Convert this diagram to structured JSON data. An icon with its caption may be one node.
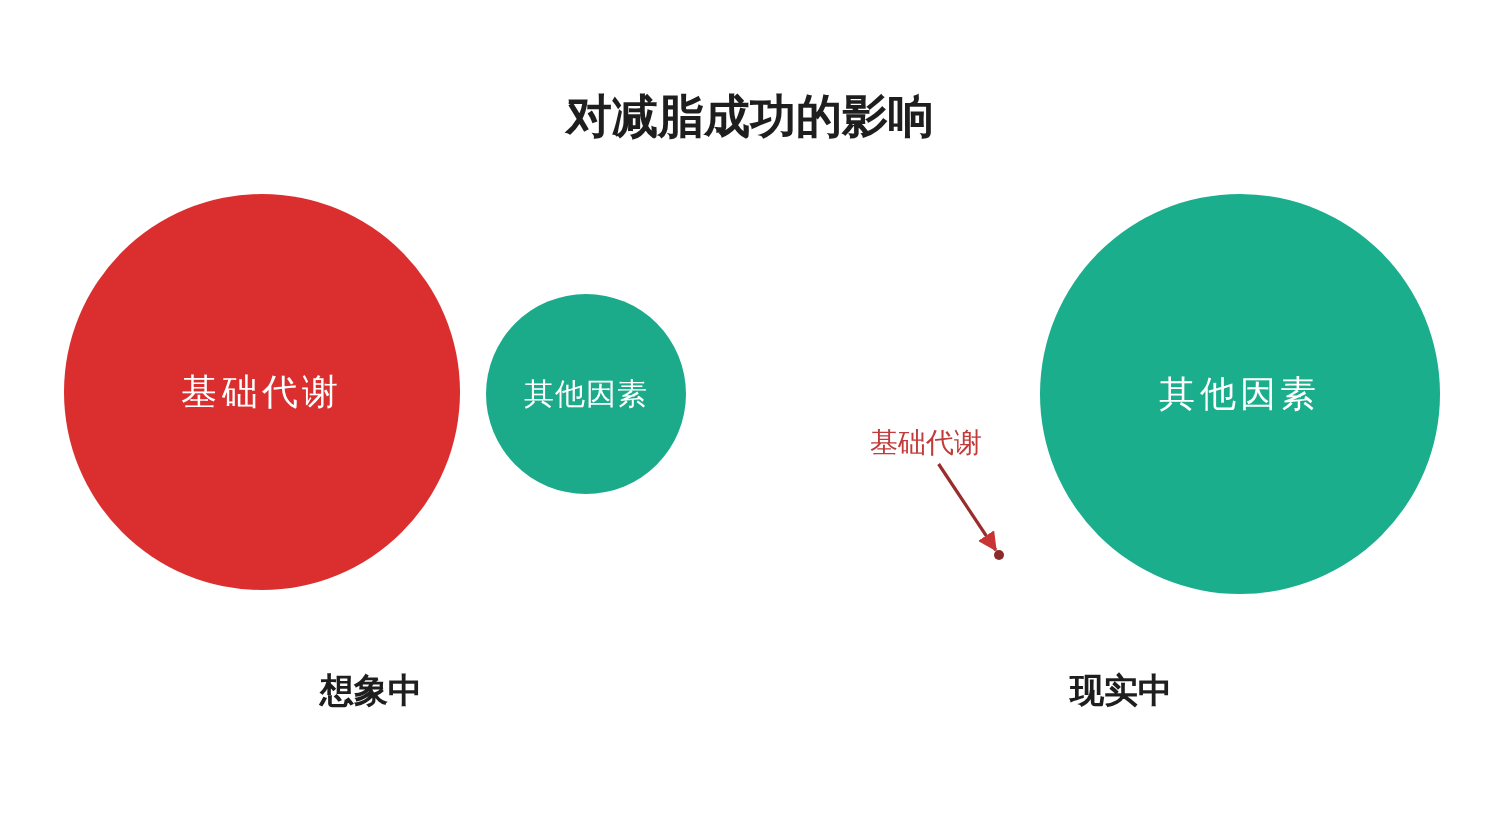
{
  "diagram": {
    "title": "对减脂成功的影响",
    "nodes": [
      {
        "text": [
          "基础代谢"
        ]
      },
      {
        "text": [
          "其他因素"
        ]
      },
      {
        "text": [
          "基础代谢"
        ]
      },
      {
        "text": [],
        "shape": "circle"
      },
      {
        "text": [
          "其他因素"
        ]
      }
    ],
    "edges": [
      {
        "from": 2,
        "to": 3,
        "arrow": "to"
      }
    ],
    "labels": [
      "想象中",
      "现实中"
    ]
  }
}
